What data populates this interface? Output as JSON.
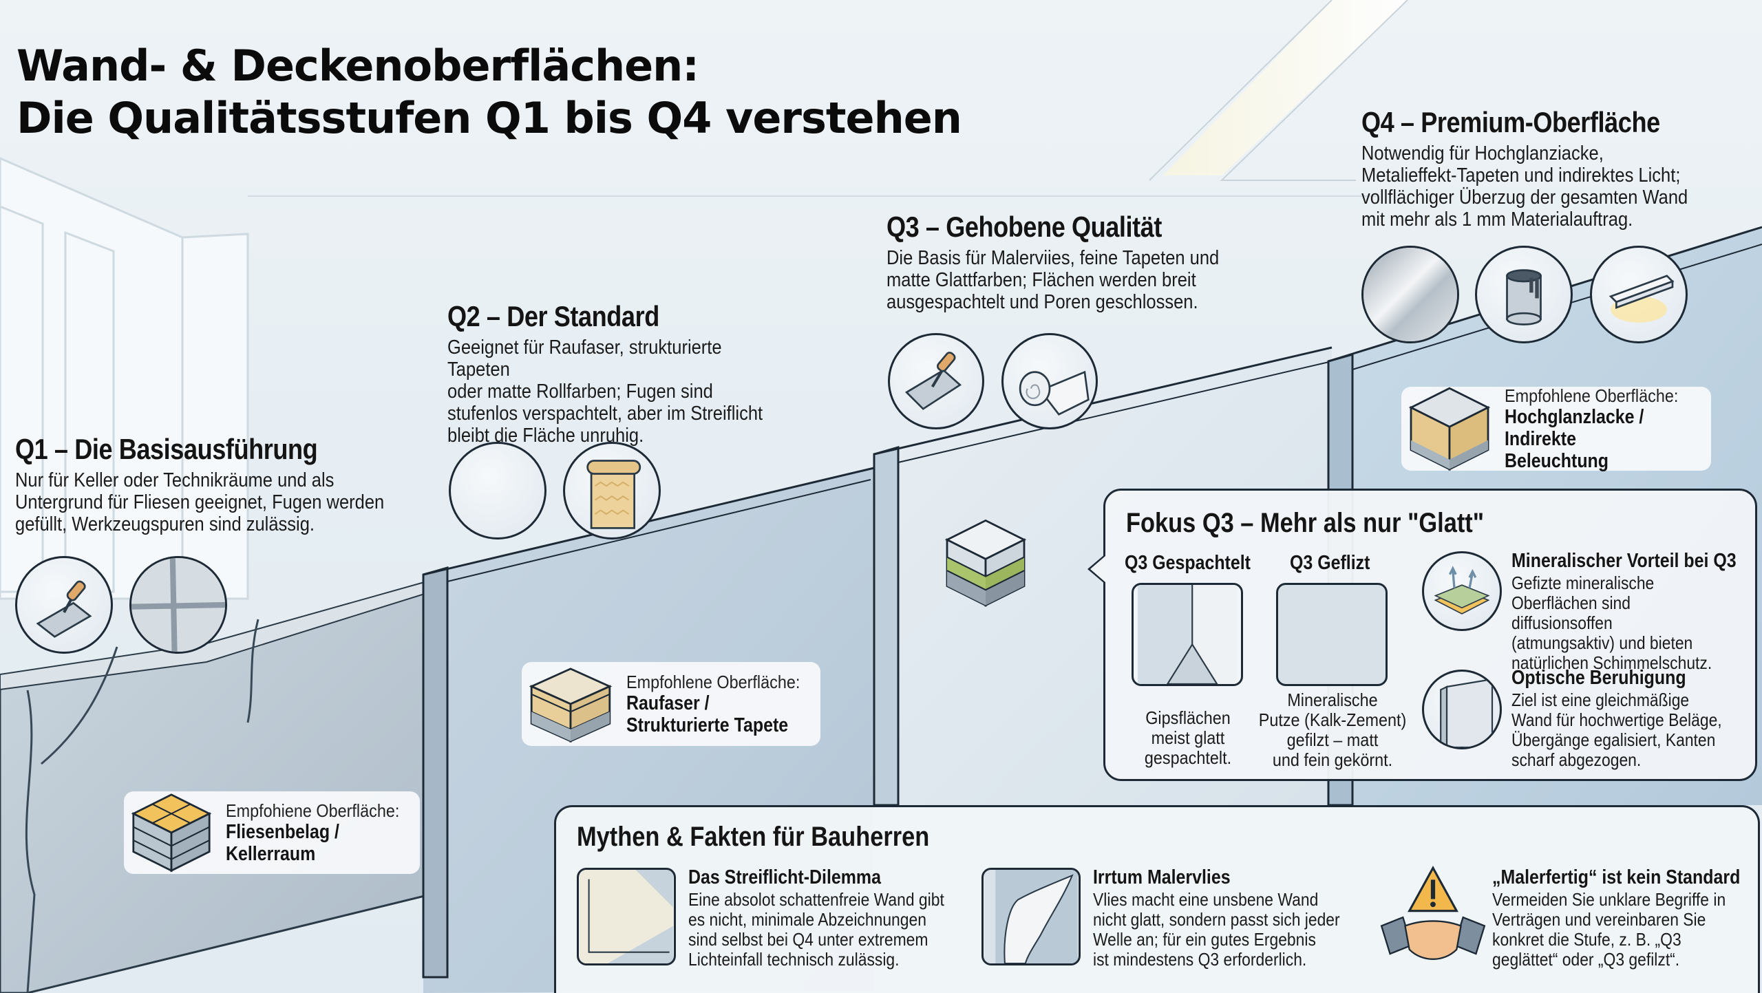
{
  "title": {
    "line1": "Wand- & Deckenoberflächen:",
    "line2": "Die Qualitätsstufen Q1 bis Q4 verstehen"
  },
  "levels": [
    {
      "id": "Q1",
      "heading": "Q1 – Die Basisausführung",
      "text": "Nur für Keller oder Technikräume und als\nUntergrund für Fliesen geeignet, Fugen werden\ngefüllt, Werkzeugspuren sind zulässig.",
      "icons": [
        "notched-trowel-icon",
        "tile-joint-icon"
      ],
      "recommendation": {
        "label": "Empfohiene Oberfläche:",
        "value": "Fliesenbelag /\nKellerraum"
      }
    },
    {
      "id": "Q2",
      "heading": "Q2 – Der Standard",
      "text": "Geeignet für Raufaser, strukturierte Tapeten\noder matte Rollfarben; Fugen sind\nstufenlos verspachtelt, aber im Streiflicht\nbleibt die Fläche unruhig.",
      "icons": [
        "smooth-surface-icon",
        "woodchip-wallpaper-roll-icon"
      ],
      "recommendation": {
        "label": "Empfohlene Oberfläche:",
        "value": "Raufaser /\nStrukturierte Tapete"
      }
    },
    {
      "id": "Q3",
      "heading": "Q3 – Gehobene Qualität",
      "text": "Die Basis für Malerviies, feine Tapeten und\nmatte Glattfarben; Flächen werden breit\nausgespachtelt und Poren geschlossen.",
      "icons": [
        "smoothing-trowel-icon",
        "fleece-roll-icon"
      ]
    },
    {
      "id": "Q4",
      "heading": "Q4 – Premium-Oberfläche",
      "text": "Notwendig für Hochglanziacke,\nMetalieffekt-Tapeten und indirektes Licht;\nvollflächiger Überzug der gesamten Wand\nmit mehr als 1 mm Materialauftrag.",
      "icons": [
        "metallic-surface-icon",
        "paint-can-icon",
        "indirect-light-cove-icon"
      ],
      "recommendation": {
        "label": "Empfohlene Oberfläche:",
        "value": "Hochglanzlacke /\nIndirekte Beleuchtung"
      }
    }
  ],
  "focus_q3": {
    "heading": "Fokus Q3 – Mehr als nur \"Glatt\"",
    "variants": [
      {
        "title": "Q3 Gespachtelt",
        "caption": "Gipsflächen\nmeist glatt\ngespachtelt."
      },
      {
        "title": "Q3 Geflizt",
        "caption": "Mineralische\nPutze (Kalk-Zement)\ngefilzt – matt\nund fein gekörnt."
      }
    ],
    "facts": [
      {
        "title": "Mineralischer Vorteil bei Q3",
        "text": "Gefizte mineralische\nOberflächen sind diffusionsoffen\n(atmungsaktiv) und bieten\nnatürlichen Schimmelschutz.",
        "icon": "breathable-layers-icon"
      },
      {
        "title": "Optische Beruhigung",
        "text": "Ziel ist eine gleichmäßige\nWand für hochwertige Beläge,\nÜbergänge egalisiert, Kanten\nscharf abgezogen.",
        "icon": "sharp-edge-panel-icon"
      }
    ]
  },
  "myths": {
    "heading": "Mythen & Fakten für Bauherren",
    "items": [
      {
        "title": "Das Streiflicht-Dilemma",
        "text": "Eine absolot schattenfreie Wand gibt\nes nicht, minimale Abzeichnungen\nsind selbst bei Q4 unter extremem\nLichteinfall technisch zulässig.",
        "icon": "grazing-light-icon"
      },
      {
        "title": "Irrtum Malervlies",
        "text": "Vlies macht eine unsbene Wand\nnicht glatt, sondern passt sich jeder\nWelle an; für ein gutes Ergebnis\nist mindestens Q3 erforderlich.",
        "icon": "peeling-fleece-icon"
      },
      {
        "title": "„Malerfertig“ ist kein Standard",
        "text": "Vermeiden Sie unklare Begriffe in\nVerträgen und vereinbaren Sie\nkonkret die Stufe, z. B. „Q3\ngeglättet“ oder „Q3 gefilzt“.",
        "icon": "warning-handshake-icon"
      }
    ]
  },
  "colors": {
    "outline": "#1d2a36",
    "wall_blue": "#b9cbd9",
    "accent_yellow": "#f2c25c",
    "accent_green": "#a9c46a",
    "background": "#e9f0f4"
  }
}
